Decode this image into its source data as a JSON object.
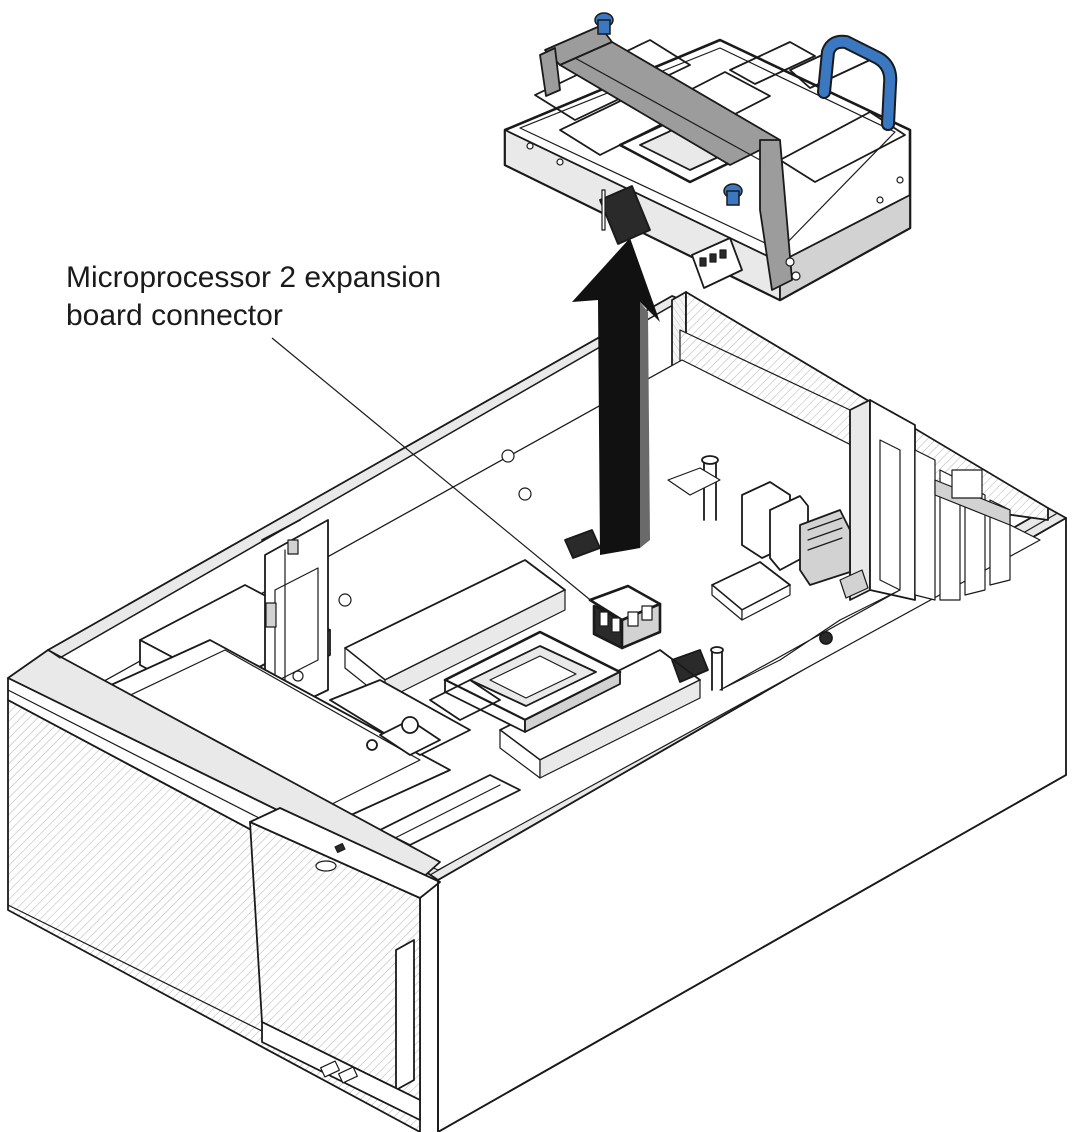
{
  "callout": {
    "line1": "Microprocessor 2 expansion",
    "line2": "board connector"
  },
  "colors": {
    "line": "#1a1a1a",
    "handle_blue": "#3a78c2",
    "arrow": "#111111",
    "shade_light": "#e9e9e9",
    "shade_mid": "#d2d2d2"
  },
  "parts": {
    "expansion_board": "microprocessor-2-expansion-board",
    "server_chassis": "server-chassis-open",
    "lift_direction": "up"
  }
}
